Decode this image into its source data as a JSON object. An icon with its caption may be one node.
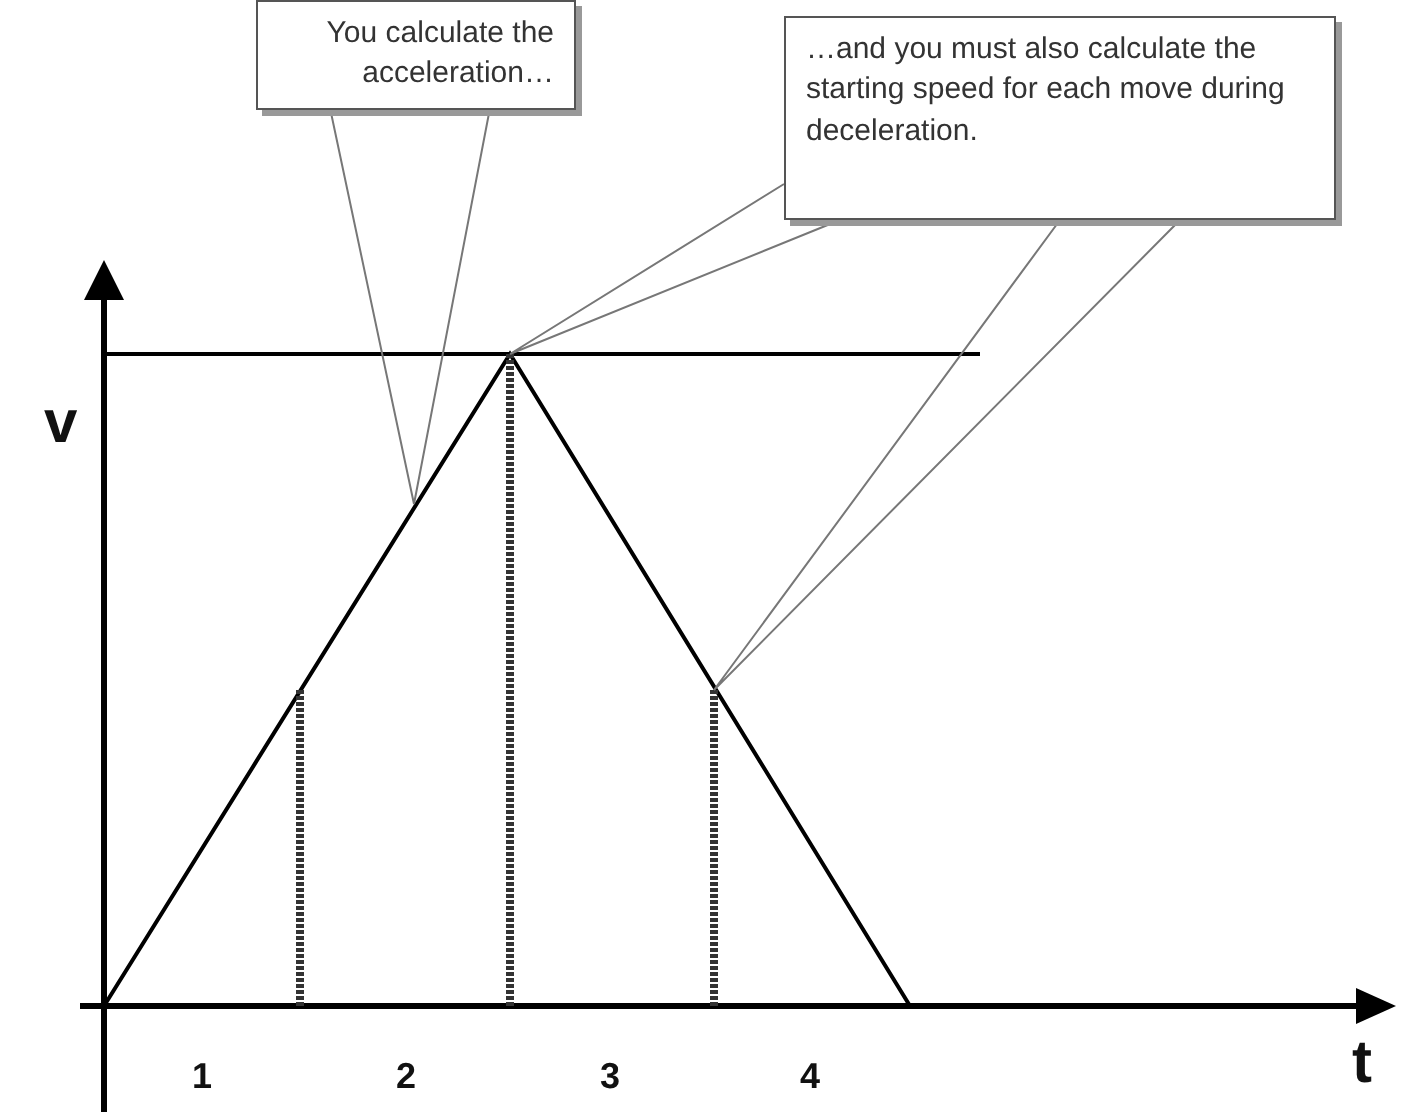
{
  "diagram": {
    "nodes": [
      {
        "text": [
          "You calculate the acceleration…"
        ]
      },
      {
        "text": [
          "…and you must also calculate the starting speed for each move during deceleration."
        ]
      }
    ],
    "edges": [
      {
        "from": 0,
        "to": null,
        "arrow": "none"
      },
      {
        "from": 1,
        "to": null,
        "arrow": "none"
      },
      {
        "from": 1,
        "to": null,
        "arrow": "none"
      }
    ],
    "labels": [
      "v",
      "t",
      "1",
      "2",
      "3",
      "4"
    ]
  }
}
